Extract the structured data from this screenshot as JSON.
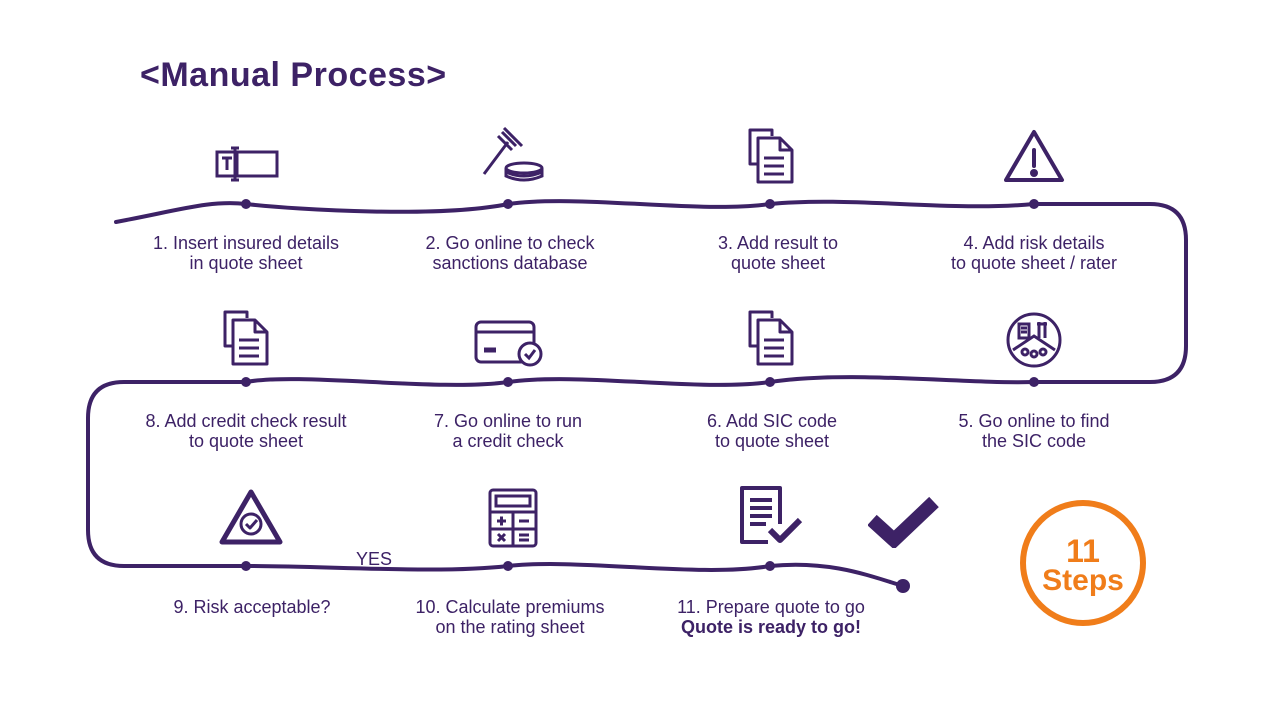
{
  "title": "<Manual Process>",
  "steps": [
    {
      "line1": "1. Insert insured details",
      "line2": "in quote sheet",
      "icon": "text-field-icon"
    },
    {
      "line1": "2. Go online to check",
      "line2": "sanctions database",
      "icon": "gavel-coins-icon"
    },
    {
      "line1": "3. Add result to",
      "line2": "quote sheet",
      "icon": "copy-document-icon"
    },
    {
      "line1": "4. Add risk details",
      "line2": "to quote sheet / rater",
      "icon": "warning-icon"
    },
    {
      "line1": "5. Go online to find",
      "line2": "the SIC code",
      "icon": "industry-circle-icon"
    },
    {
      "line1": "6. Add SIC code",
      "line2": "to quote sheet",
      "icon": "copy-document-icon"
    },
    {
      "line1": "7. Go online to run",
      "line2": "a credit check",
      "icon": "credit-card-check-icon"
    },
    {
      "line1": "8. Add credit check result",
      "line2": "to quote sheet",
      "icon": "copy-document-icon"
    },
    {
      "line1": "9. Risk acceptable?",
      "line2": "",
      "icon": "triangle-check-icon"
    },
    {
      "line1": "10. Calculate premiums",
      "line2": "on the rating sheet",
      "icon": "calculator-icon"
    },
    {
      "line1": "11. Prepare quote to go",
      "line2": "Quote is ready to go!",
      "icon": "document-check-icon"
    }
  ],
  "yes_label": "YES",
  "badge": {
    "number": "11",
    "word": "Steps"
  },
  "colors": {
    "primary": "#3d2266",
    "accent": "#f07d1a"
  }
}
